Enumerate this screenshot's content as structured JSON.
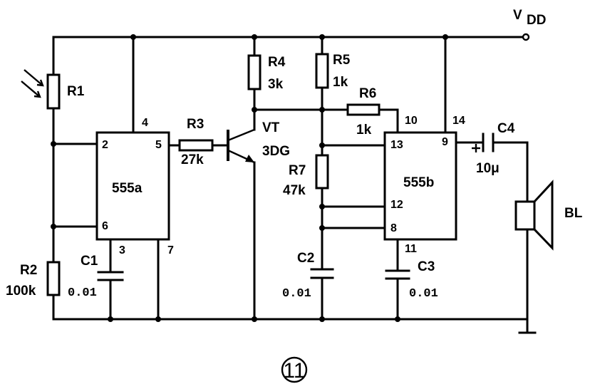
{
  "supply": {
    "label": "V",
    "sub": "DD"
  },
  "figure_number": "11",
  "components": {
    "r1": {
      "name": "R1"
    },
    "r2": {
      "name": "R2",
      "value": "100k"
    },
    "r3": {
      "name": "R3",
      "value": "27k"
    },
    "r4": {
      "name": "R4",
      "value": "3k"
    },
    "r5": {
      "name": "R5",
      "value": "1k"
    },
    "r6": {
      "name": "R6",
      "value": "1k"
    },
    "r7": {
      "name": "R7",
      "value": "47k"
    },
    "c1": {
      "name": "C1",
      "value": "0.01"
    },
    "c2": {
      "name": "C2",
      "value": "0.01"
    },
    "c3": {
      "name": "C3",
      "value": "0.01"
    },
    "c4": {
      "name": "C4",
      "value": "10μ"
    },
    "vt": {
      "name": "VT",
      "type": "3DG"
    },
    "bl": {
      "name": "BL"
    }
  },
  "chips": {
    "a": {
      "name": "555a",
      "pins": {
        "p2": "2",
        "p4": "4",
        "p5": "5",
        "p6": "6",
        "p3": "3",
        "p7": "7"
      }
    },
    "b": {
      "name": "555b",
      "pins": {
        "p10": "10",
        "p13": "13",
        "p14": "14",
        "p9": "9",
        "p12": "12",
        "p8": "8",
        "p11": "11"
      }
    }
  }
}
